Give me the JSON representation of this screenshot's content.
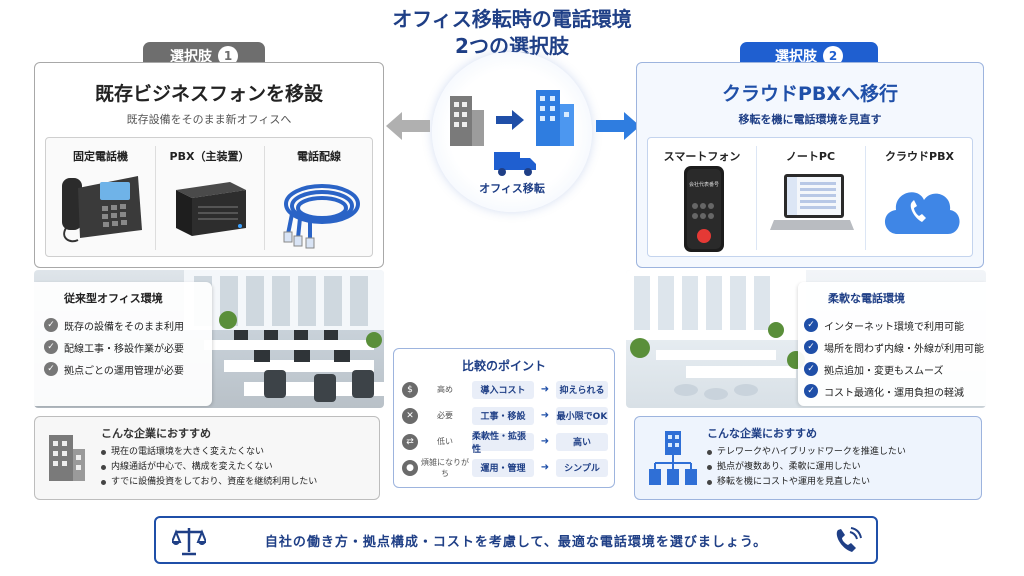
{
  "header": {
    "title_line1": "オフィス移転時の電話環境",
    "title_line2": "2つの選択肢"
  },
  "center": {
    "move_label": "オフィス移転"
  },
  "left": {
    "tab_label": "選択肢",
    "tab_num": "1",
    "heading": "既存ビジネスフォンを移設",
    "subheading": "既存設備をそのまま新オフィスへ",
    "items": [
      {
        "label": "固定電話機"
      },
      {
        "label": "PBX（主装置）"
      },
      {
        "label": "電話配線"
      }
    ],
    "env_title": "従来型オフィス環境",
    "env_points": [
      "既存の設備をそのまま利用",
      "配線工事・移設作業が必要",
      "拠点ごとの運用管理が必要"
    ],
    "rec_title": "こんな企業におすすめ",
    "rec_points": [
      "現在の電話環境を大きく変えたくない",
      "内線通話が中心で、構成を変えたくない",
      "すでに設備投資をしており、資産を継続利用したい"
    ]
  },
  "right": {
    "tab_label": "選択肢",
    "tab_num": "2",
    "heading": "クラウドPBXへ移行",
    "subheading": "移転を機に電話環境を見直す",
    "items": [
      {
        "label": "スマートフォン"
      },
      {
        "label": "ノートPC"
      },
      {
        "label": "クラウドPBX"
      }
    ],
    "phone_screen_text": "会社代表番号",
    "env_title": "柔軟な電話環境",
    "env_points": [
      "インターネット環境で利用可能",
      "場所を問わず内線・外線が利用可能",
      "拠点追加・変更もスムーズ",
      "コスト最適化・運用負担の軽減"
    ],
    "rec_title": "こんな企業におすすめ",
    "rec_points": [
      "テレワークやハイブリッドワークを推進したい",
      "拠点が複数あり、柔軟に運用したい",
      "移転を機にコストや運用を見直したい"
    ]
  },
  "compare": {
    "title": "比較のポイント",
    "rows": [
      {
        "icon": "yen-coin-icon",
        "glyph": "$",
        "level": "高め",
        "aspect": "導入コスト",
        "result": "抑えられる"
      },
      {
        "icon": "tools-icon",
        "glyph": "✕",
        "level": "必要",
        "aspect": "工事・移設",
        "result": "最小限でOK"
      },
      {
        "icon": "flexibility-icon",
        "glyph": "⇄",
        "level": "低い",
        "aspect": "柔軟性・拡張性",
        "result": "高い"
      },
      {
        "icon": "user-icon",
        "glyph": "●",
        "level": "煩雑になりがち",
        "aspect": "運用・管理",
        "result": "シンプル"
      }
    ]
  },
  "footer": {
    "message": "自社の働き方・拠点構成・コストを考慮して、最適な電話環境を選びましょう。"
  },
  "colors": {
    "navy": "#1f3f86",
    "blue": "#1f5fd0",
    "gray_tab": "#6e6e6e",
    "light_blue_bg": "#eef4fd"
  }
}
